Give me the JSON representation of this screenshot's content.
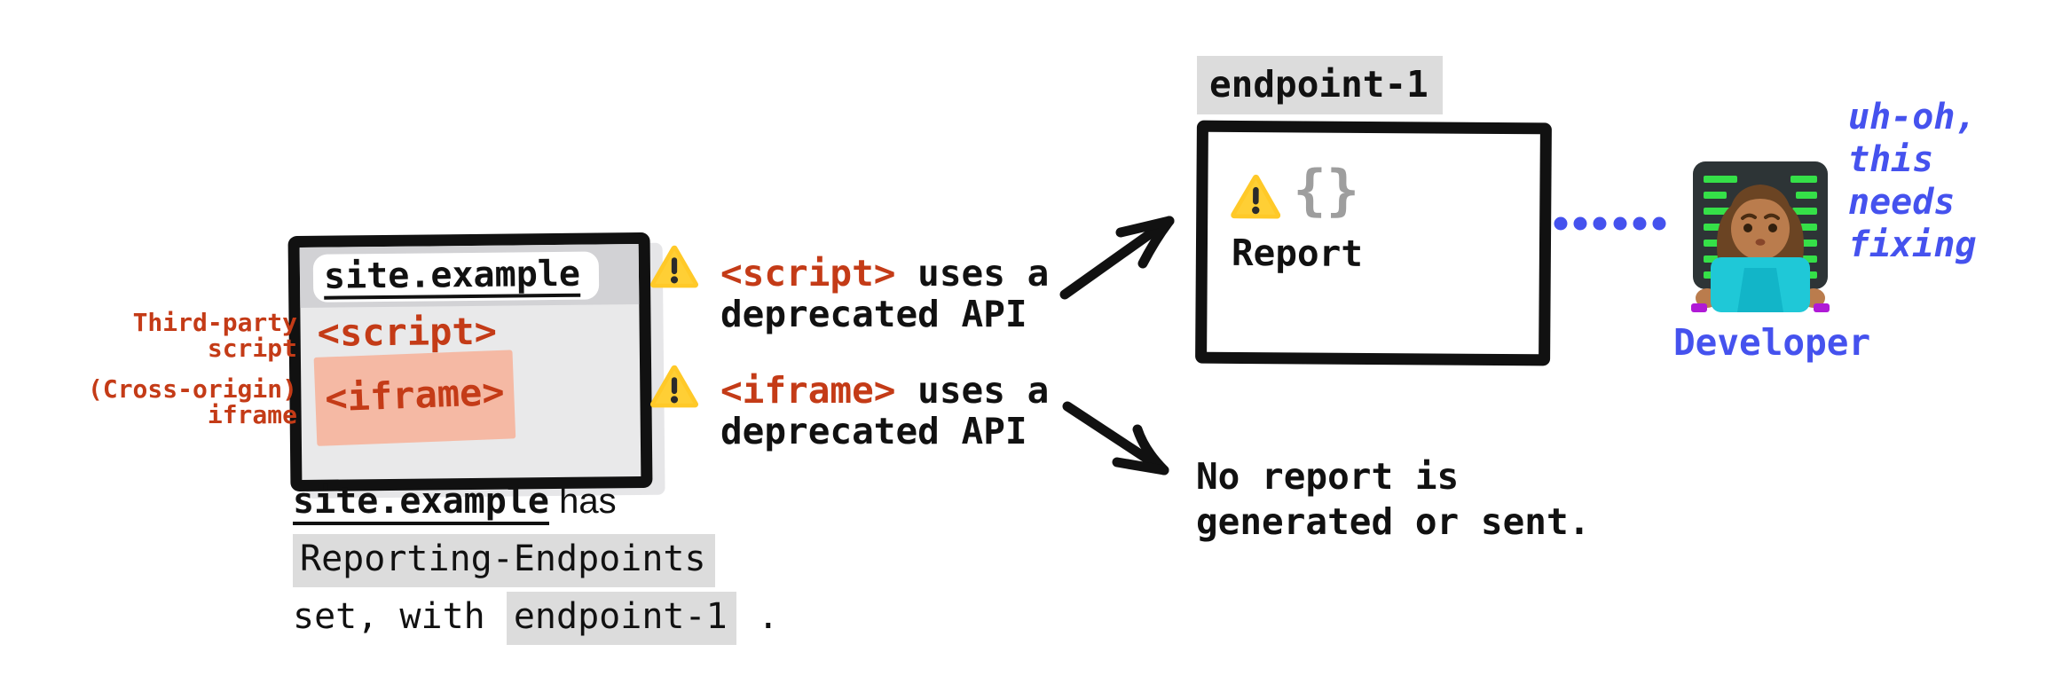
{
  "diagram": {
    "browser": {
      "url": "site.example",
      "script_tag": "<script>",
      "iframe_tag": "<iframe>"
    },
    "side_labels": {
      "third_party": "Third-party\nscript",
      "cross_origin": "(Cross-origin)\niframe"
    },
    "warnings": [
      {
        "tag": "<script>",
        "rest": " uses a",
        "line2": "deprecated API"
      },
      {
        "tag": "<iframe>",
        "rest": " uses a",
        "line2": "deprecated API"
      }
    ],
    "endpoint": {
      "label": "endpoint-1",
      "braces": "{}",
      "report": "Report"
    },
    "no_report": "No report is\ngenerated or sent.",
    "caption": {
      "site": "site.example",
      "has": " has",
      "header": "Reporting-Endpoints",
      "set_with": "set, with ",
      "endpoint": "endpoint-1",
      "period": " ."
    },
    "developer": {
      "thought": "uh-oh,\nthis\nneeds\nfixing",
      "label": "Developer"
    },
    "icons": {
      "warning": "warning-triangle",
      "dotted_line": "report-delivery-dotted-line",
      "arrow_up": "arrow-to-endpoint",
      "arrow_down": "arrow-to-no-report"
    },
    "colors": {
      "red": "#c43b17",
      "blue": "#4552ee",
      "highlight": "#dcdcdc",
      "salmon": "#f5b9a4",
      "warning_yellow": "#ffc928",
      "braces_gray": "#9e9e9e",
      "window_header": "#d2d2d5",
      "window_body": "#e9e9ea",
      "black": "#111111"
    }
  }
}
